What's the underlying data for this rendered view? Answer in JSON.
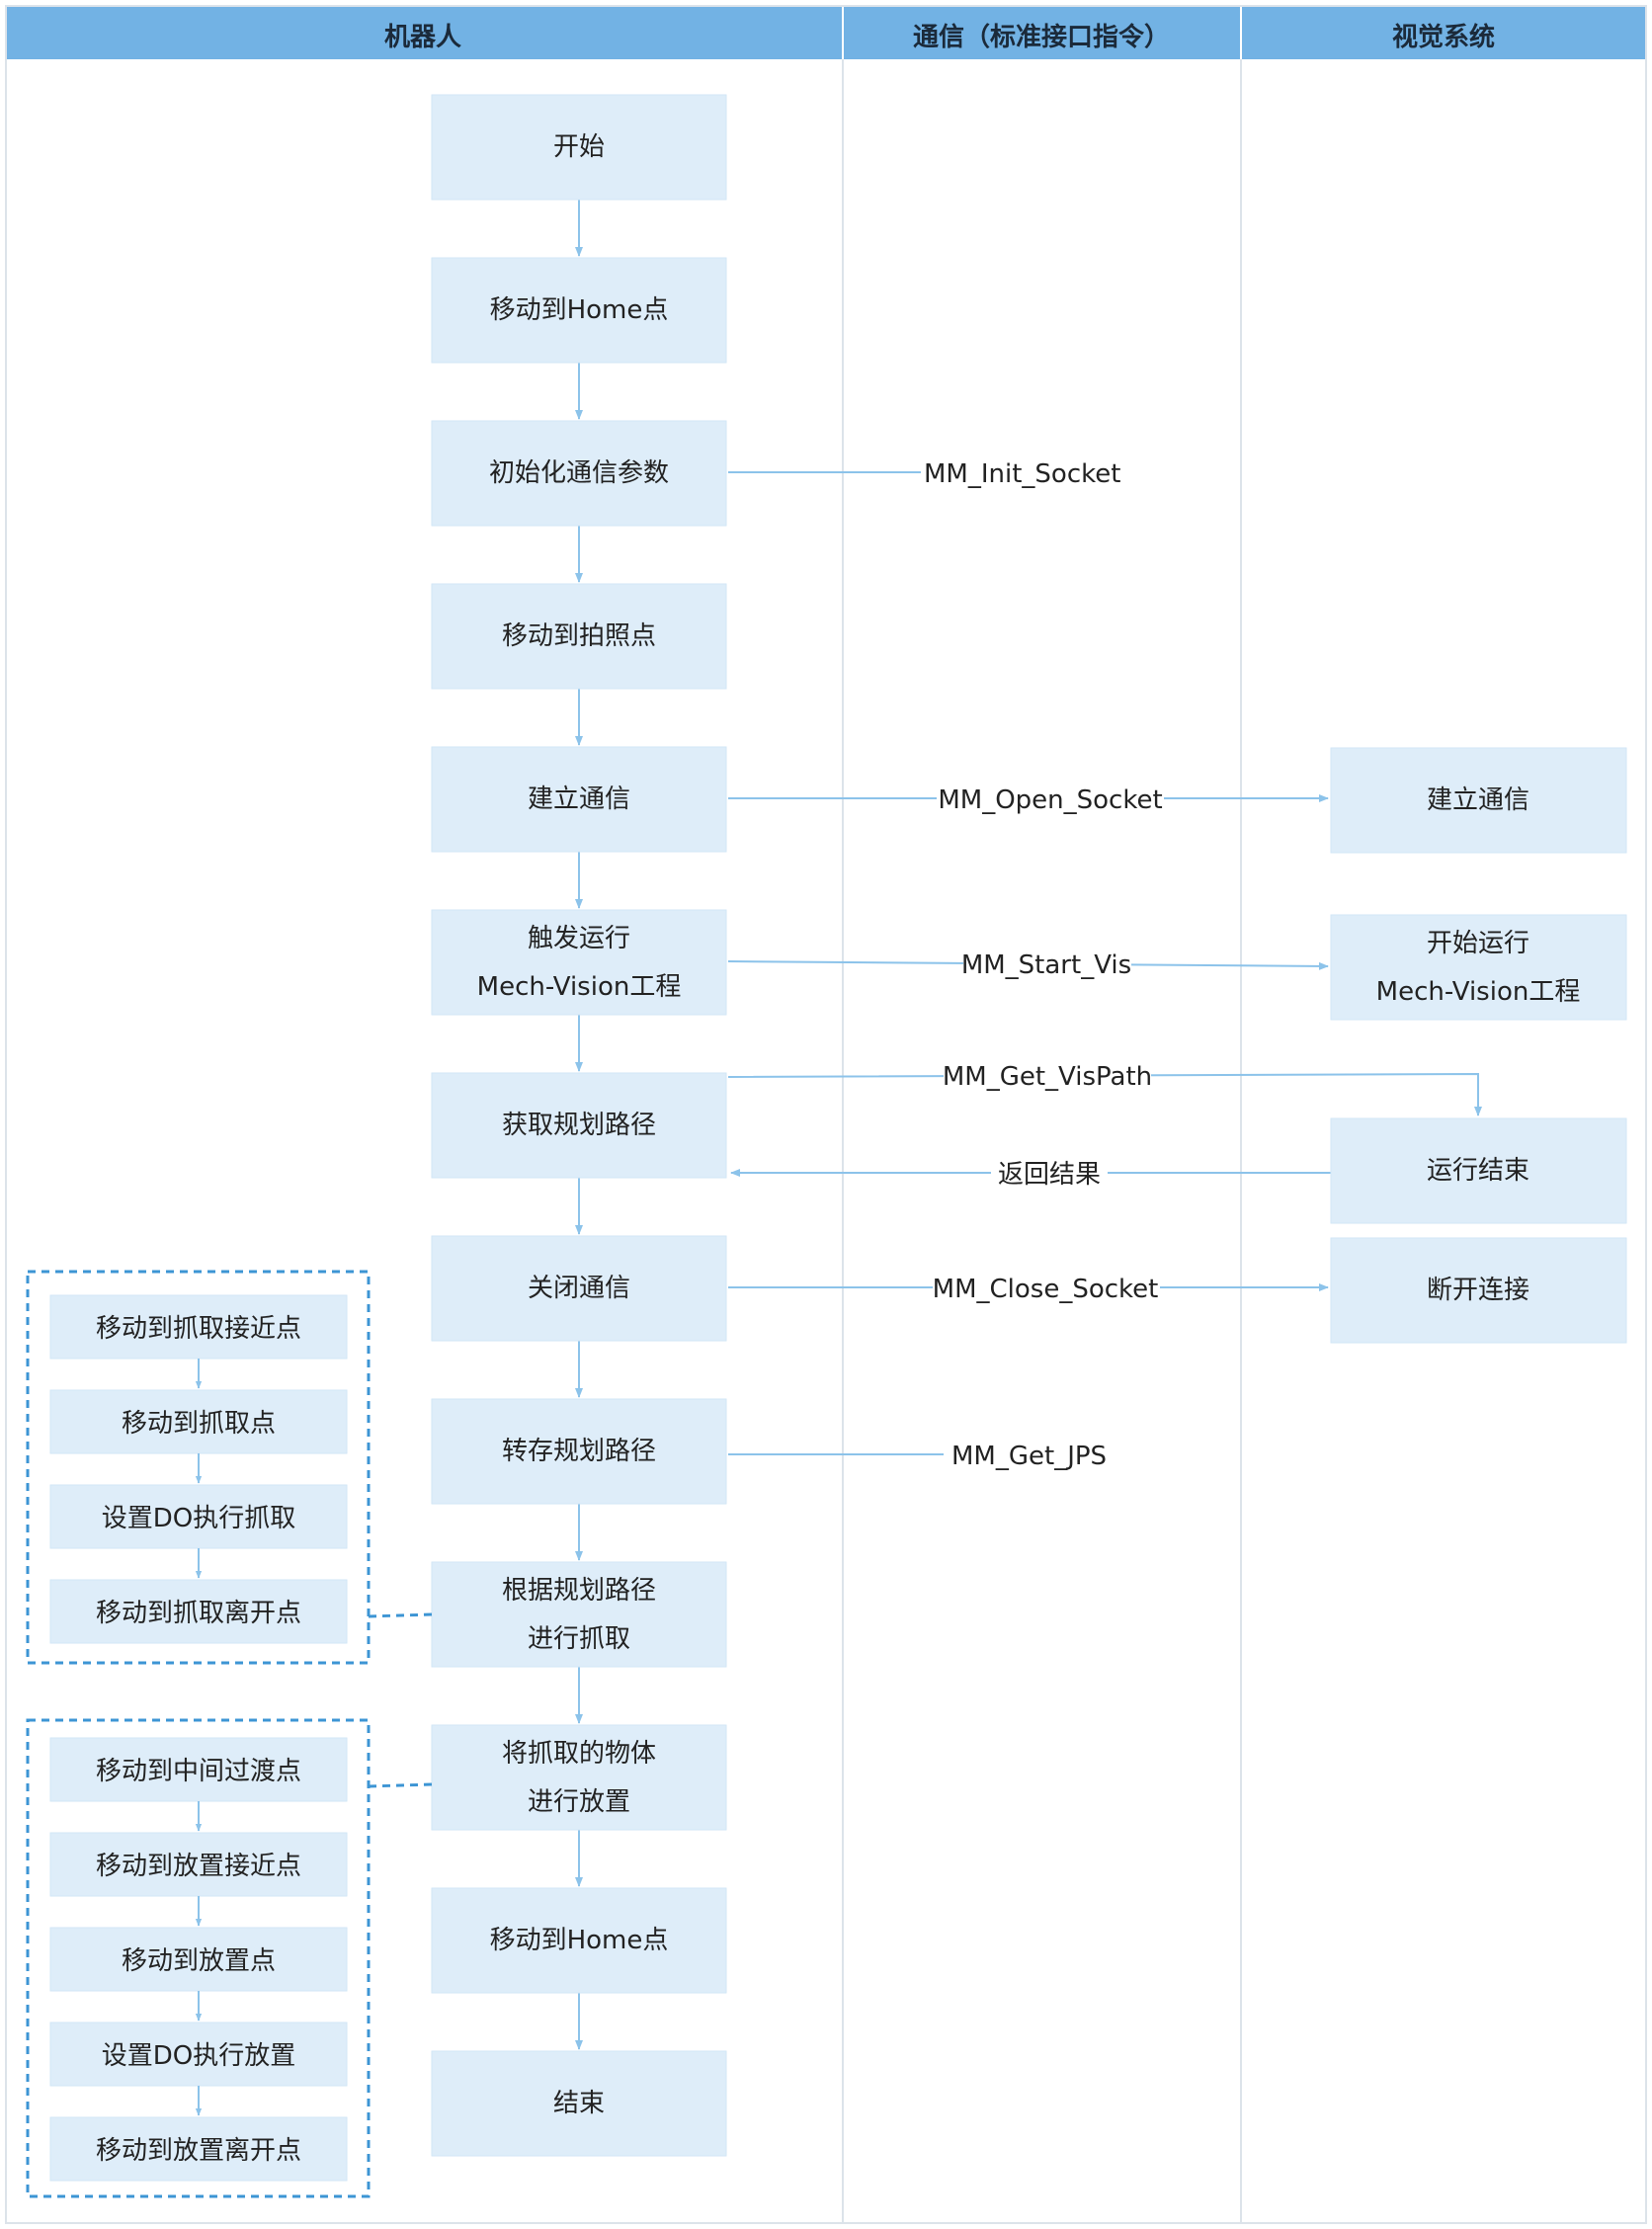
{
  "colors": {
    "header_bg": "#72b2e4",
    "node_fill": "#deedf9",
    "line": "#8cc3ea",
    "dashed": "#3d95d4",
    "lane_border": "#dce3ea"
  },
  "lanes": [
    {
      "id": "robot",
      "title": "机器人"
    },
    {
      "id": "comm",
      "title": "通信（标准接口指令）"
    },
    {
      "id": "vision",
      "title": "视觉系统"
    }
  ],
  "robot_nodes": [
    {
      "id": "r1",
      "lines": [
        "开始"
      ]
    },
    {
      "id": "r2",
      "lines": [
        "移动到Home点"
      ]
    },
    {
      "id": "r3",
      "lines": [
        "初始化通信参数"
      ]
    },
    {
      "id": "r4",
      "lines": [
        "移动到拍照点"
      ]
    },
    {
      "id": "r5",
      "lines": [
        "建立通信"
      ]
    },
    {
      "id": "r6",
      "lines": [
        "触发运行",
        "Mech-Vision工程"
      ]
    },
    {
      "id": "r7",
      "lines": [
        "获取规划路径"
      ]
    },
    {
      "id": "r8",
      "lines": [
        "关闭通信"
      ]
    },
    {
      "id": "r9",
      "lines": [
        "转存规划路径"
      ]
    },
    {
      "id": "r10",
      "lines": [
        "根据规划路径",
        "进行抓取"
      ]
    },
    {
      "id": "r11",
      "lines": [
        "将抓取的物体",
        "进行放置"
      ]
    },
    {
      "id": "r12",
      "lines": [
        "移动到Home点"
      ]
    },
    {
      "id": "r13",
      "lines": [
        "结束"
      ]
    }
  ],
  "vision_nodes": [
    {
      "id": "v1",
      "lines": [
        "建立通信"
      ]
    },
    {
      "id": "v2",
      "lines": [
        "开始运行",
        "Mech-Vision工程"
      ]
    },
    {
      "id": "v3",
      "lines": [
        "运行结束"
      ]
    },
    {
      "id": "v4",
      "lines": [
        "断开连接"
      ]
    }
  ],
  "messages": [
    {
      "id": "m1",
      "label": "MM_Init_Socket"
    },
    {
      "id": "m2",
      "label": "MM_Open_Socket"
    },
    {
      "id": "m3",
      "label": "MM_Start_Vis"
    },
    {
      "id": "m4",
      "label": "MM_Get_VisPath"
    },
    {
      "id": "m5",
      "label": "返回结果"
    },
    {
      "id": "m6",
      "label": "MM_Close_Socket"
    },
    {
      "id": "m7",
      "label": "MM_Get_JPS"
    }
  ],
  "grasp_steps": [
    "移动到抓取接近点",
    "移动到抓取点",
    "设置DO执行抓取",
    "移动到抓取离开点"
  ],
  "place_steps": [
    "移动到中间过渡点",
    "移动到放置接近点",
    "移动到放置点",
    "设置DO执行放置",
    "移动到放置离开点"
  ]
}
